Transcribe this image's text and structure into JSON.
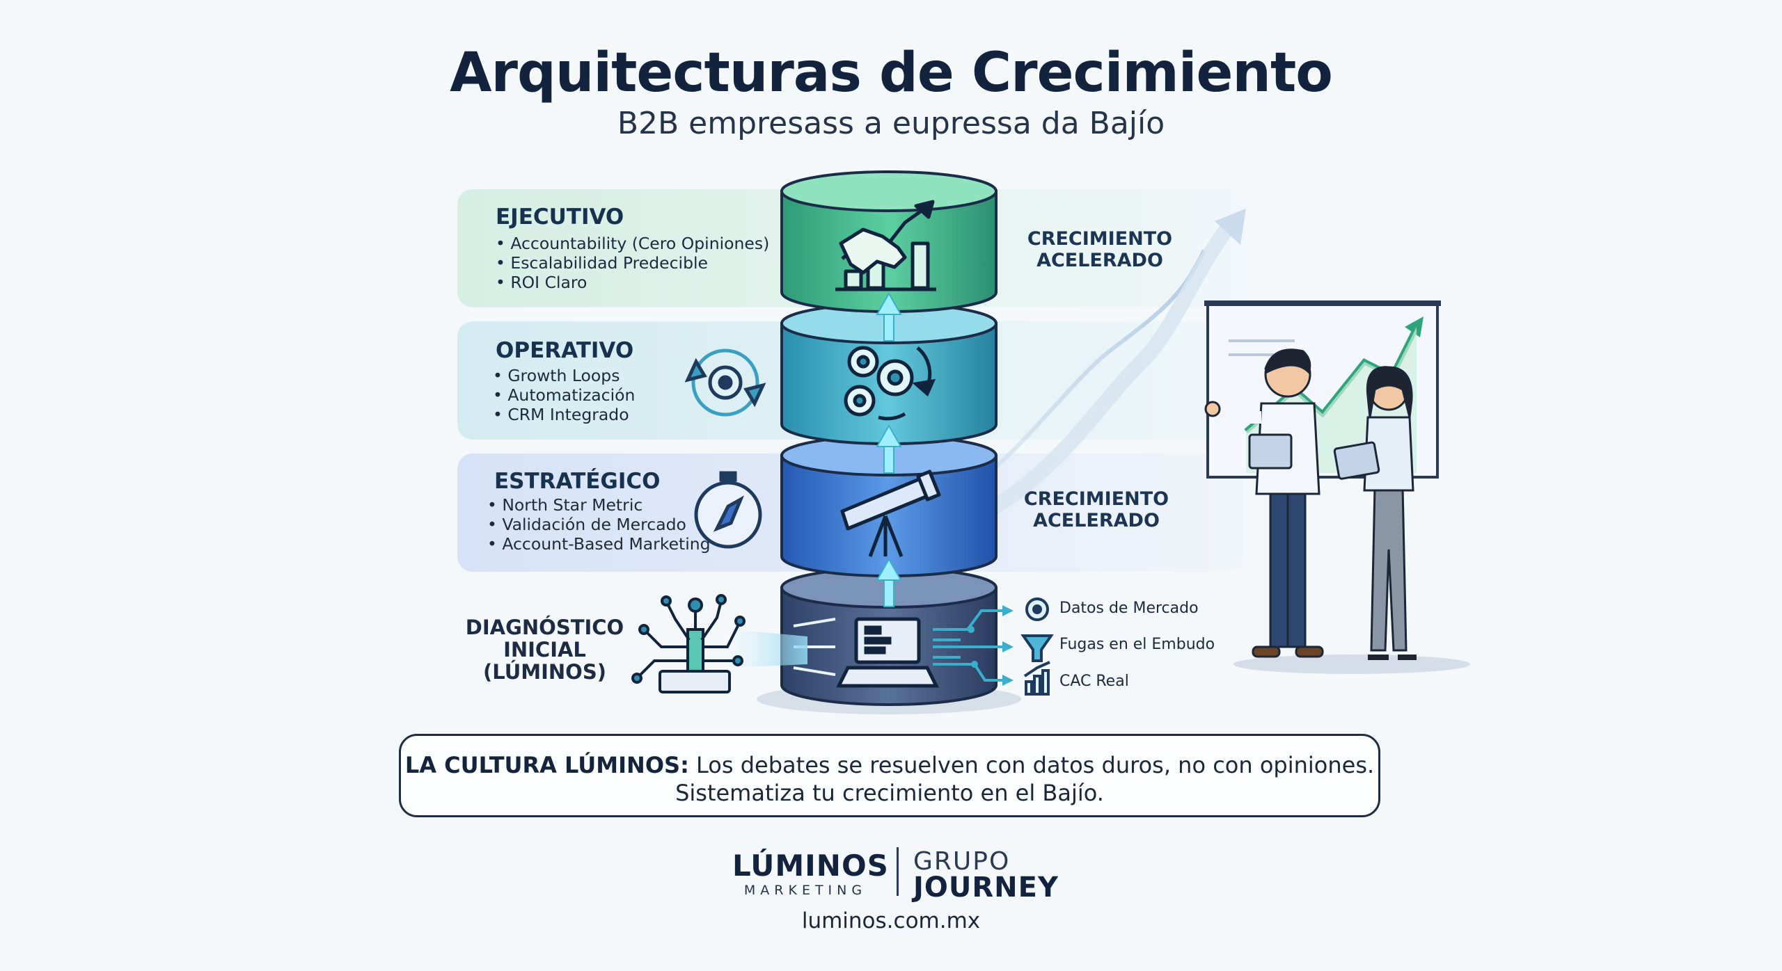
{
  "header": {
    "title": "Arquitecturas de Crecimiento",
    "subtitle": "B2B empresass a eupressa da Bajío"
  },
  "levels": [
    {
      "title": "EJECUTIVO",
      "icon": "handshake-growth-icon",
      "bullets": [
        "Accountability (Cero Opiniones)",
        "Escalabilidad Predecible",
        "ROI Claro"
      ]
    },
    {
      "title": "OPERATIVO",
      "icon": "gears-cycle-icon",
      "bullets": [
        "Growth Loops",
        "Automatización",
        "CRM Integrado"
      ]
    },
    {
      "title": "ESTRATÉGICO",
      "icon": "telescope-icon",
      "bullets": [
        "North Star Metric",
        "Validación de Mercado",
        "Account-Based Marketing"
      ]
    }
  ],
  "right_labels": [
    {
      "line1": "CRECIMIENTO",
      "line2": "ACELERADO"
    },
    {
      "line1": "CRECIMIENTO",
      "line2": "ACELERADO"
    }
  ],
  "diagnostic": {
    "line1": "DIAGNÓSTICO",
    "line2": "INICIAL",
    "line3": "(LÚMINOS)"
  },
  "outputs": [
    {
      "label": "Datos de Mercado",
      "icon": "gear-icon"
    },
    {
      "label": "Fugas en el Embudo",
      "icon": "funnel-icon"
    },
    {
      "label": "CAC Real",
      "icon": "bar-chart-icon"
    }
  ],
  "culture": {
    "bold": "LA CULTURA LÚMINOS:",
    "text": " Los debates se resuelven con datos duros, no con opiniones.",
    "line2": "Sistematiza tu crecimiento en el Bajío."
  },
  "footer": {
    "logo1_main": "LÚMINOS",
    "logo1_sub": "MARKETING",
    "logo2_top": "GRUPO",
    "logo2_bottom": "JOURNEY",
    "website": "luminos.com.mx"
  },
  "colors": {
    "ejecutivo": "#43b98a",
    "operativo": "#3aa9c4",
    "estrategico": "#2f6fcf",
    "base": "#3a4f73",
    "ink": "#1a3150",
    "accent_green": "#2fa37a"
  }
}
